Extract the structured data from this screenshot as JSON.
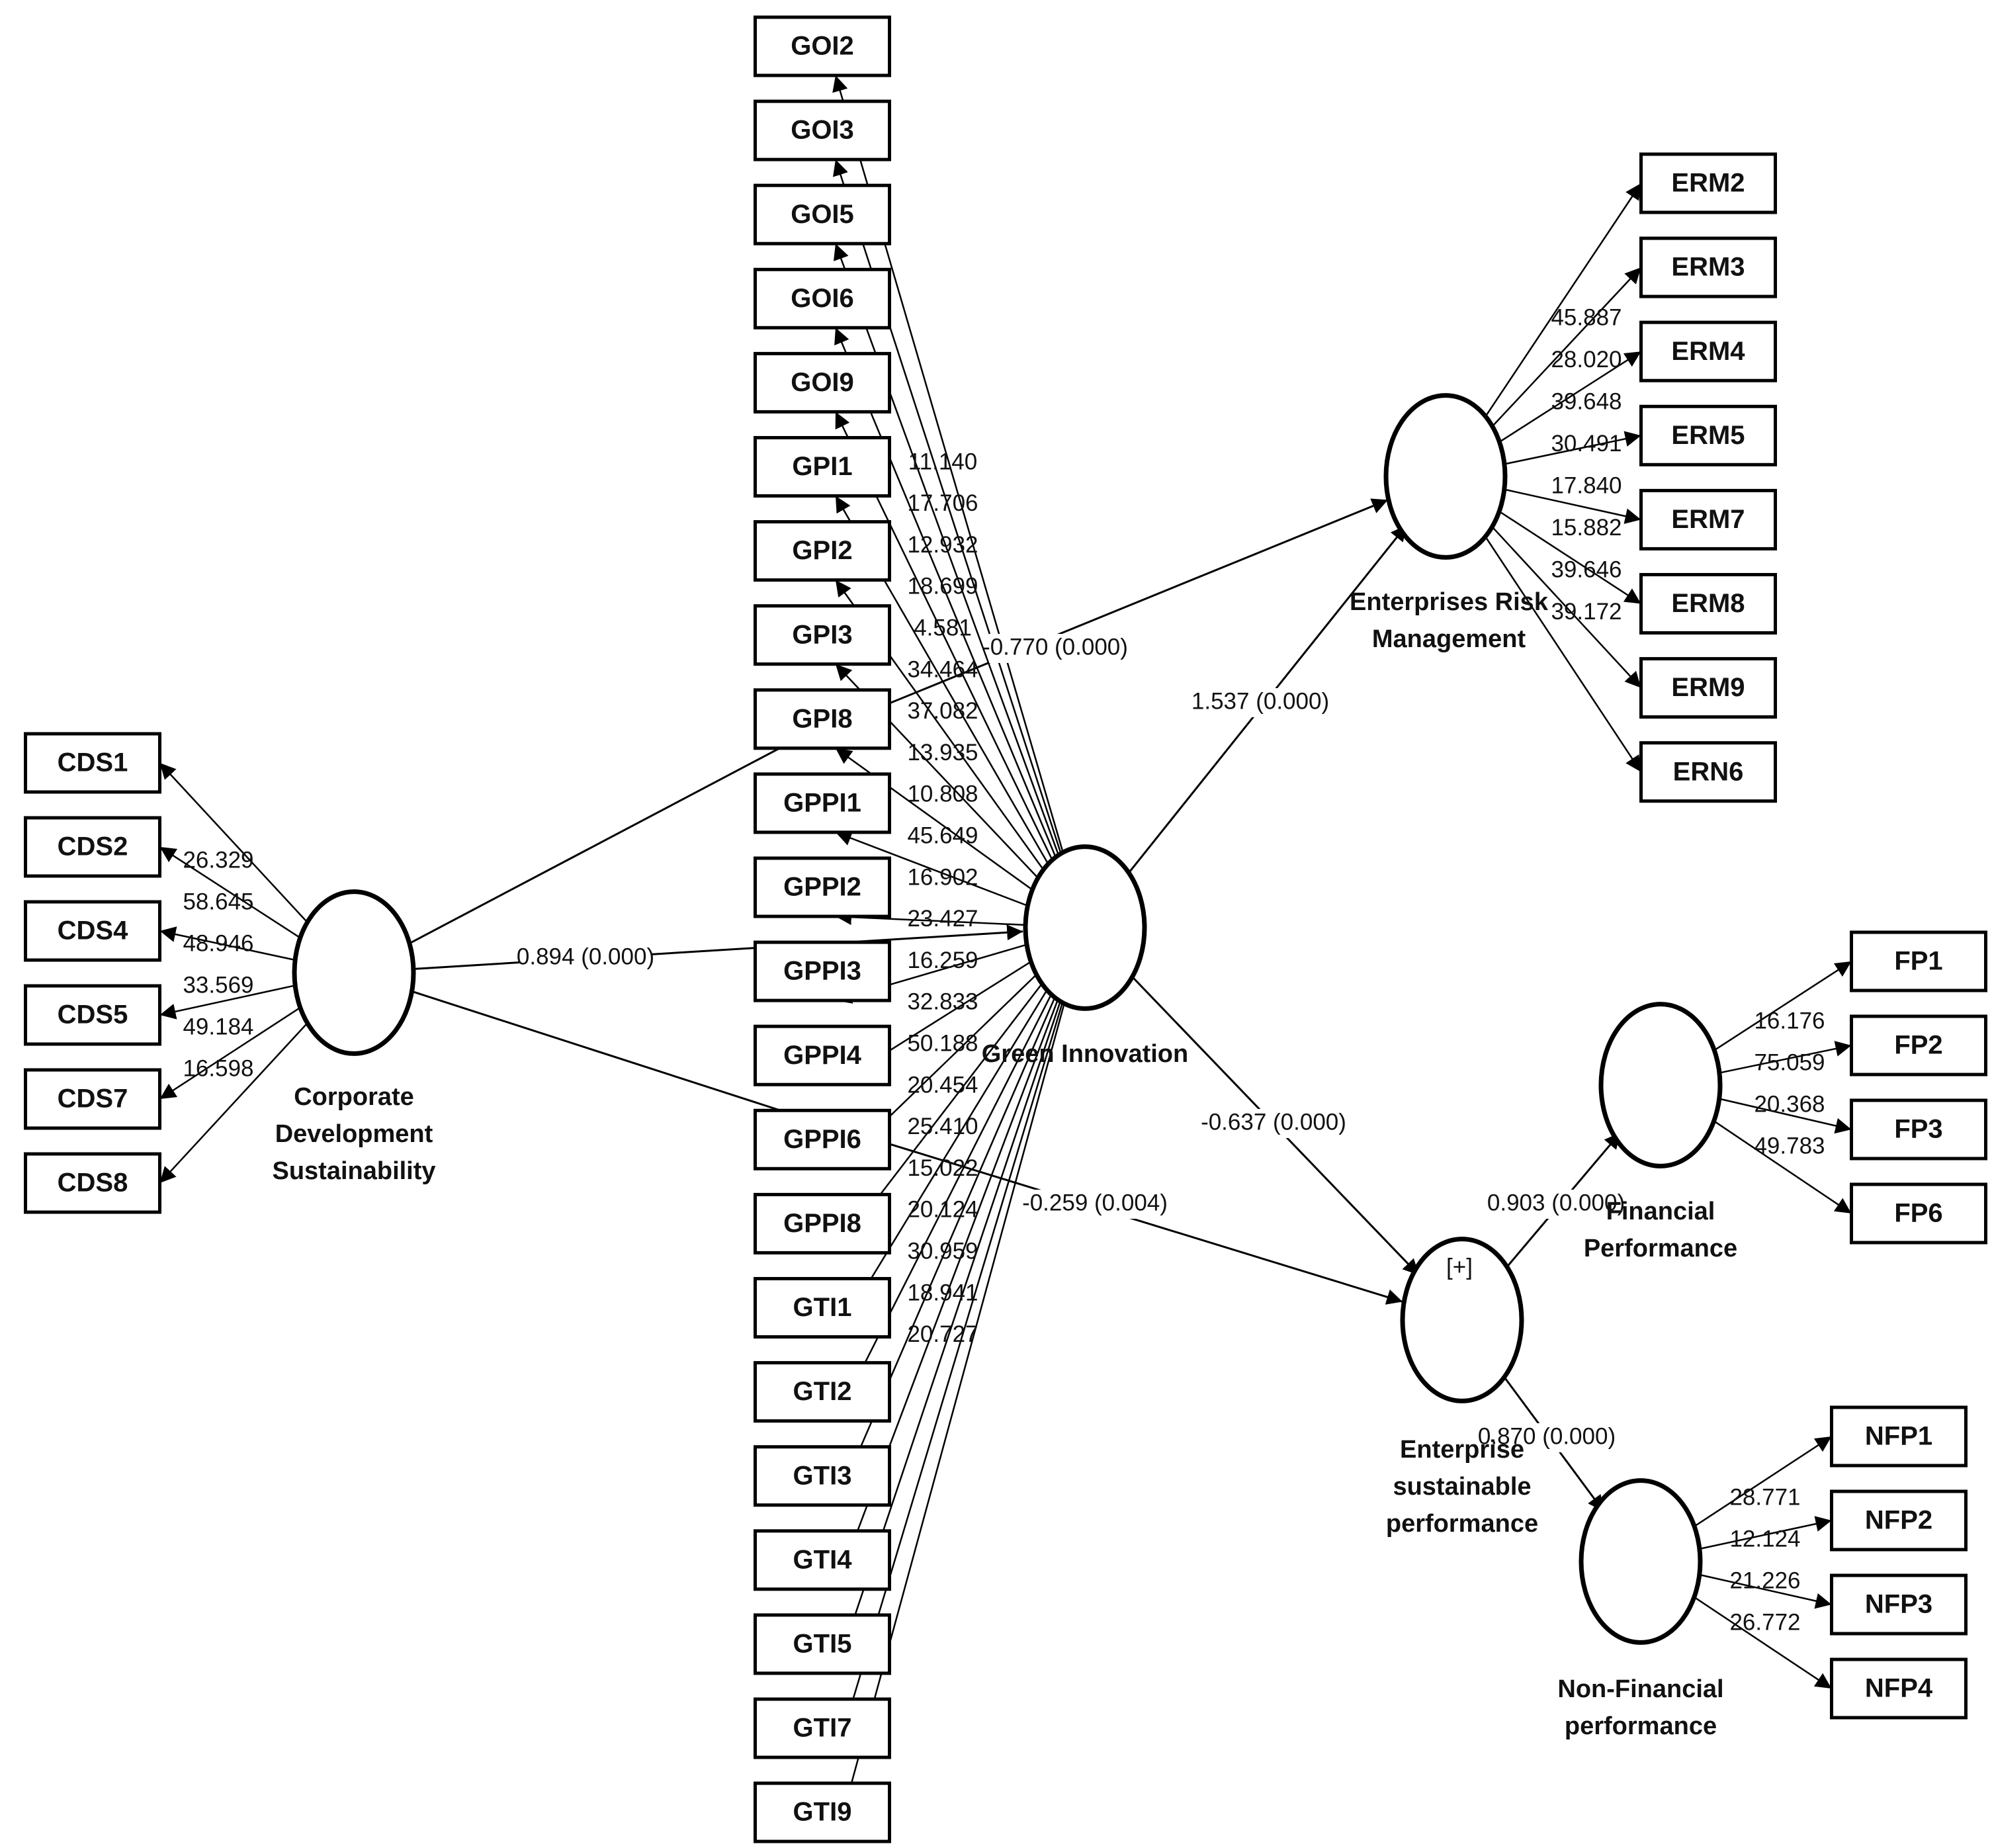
{
  "diagram": {
    "type": "structural-equation-model",
    "latents": [
      {
        "id": "CDS",
        "label_lines": [
          "Corporate",
          "Development",
          "Sustainability"
        ]
      },
      {
        "id": "GI",
        "label_lines": [
          "Green Innovation"
        ]
      },
      {
        "id": "ERM",
        "label_lines": [
          "Enterprises Risk",
          "Management"
        ]
      },
      {
        "id": "ESP",
        "label_lines": [
          "Enterprise",
          "sustainable",
          "performance"
        ],
        "badge": "[+]"
      },
      {
        "id": "FP",
        "label_lines": [
          "Financial",
          "Performance"
        ]
      },
      {
        "id": "NFP",
        "label_lines": [
          "Non-Financial",
          "performance"
        ]
      }
    ],
    "indicators": {
      "CDS": [
        {
          "name": "CDS1",
          "loading": "26.329"
        },
        {
          "name": "CDS2",
          "loading": "58.645"
        },
        {
          "name": "CDS4",
          "loading": "48.946"
        },
        {
          "name": "CDS5",
          "loading": "33.569"
        },
        {
          "name": "CDS7",
          "loading": "49.184"
        },
        {
          "name": "CDS8",
          "loading": "16.598"
        }
      ],
      "GI": [
        {
          "name": "GOI2",
          "loading": "11.140"
        },
        {
          "name": "GOI3",
          "loading": "17.706"
        },
        {
          "name": "GOI5",
          "loading": "12.932"
        },
        {
          "name": "GOI6",
          "loading": "18.699"
        },
        {
          "name": "GOI9",
          "loading": "4.581"
        },
        {
          "name": "GPI1",
          "loading": "34.464"
        },
        {
          "name": "GPI2",
          "loading": "37.082"
        },
        {
          "name": "GPI3",
          "loading": "13.935"
        },
        {
          "name": "GPI8",
          "loading": "10.808"
        },
        {
          "name": "GPPI1",
          "loading": "45.649"
        },
        {
          "name": "GPPI2",
          "loading": "16.902"
        },
        {
          "name": "GPPI3",
          "loading": "23.427"
        },
        {
          "name": "GPPI4",
          "loading": "16.259"
        },
        {
          "name": "GPPI6",
          "loading": "32.833"
        },
        {
          "name": "GPPI8",
          "loading": "50.188"
        },
        {
          "name": "GTI1",
          "loading": "20.454"
        },
        {
          "name": "GTI2",
          "loading": "25.410"
        },
        {
          "name": "GTI3",
          "loading": "15.022"
        },
        {
          "name": "GTI4",
          "loading": "20.124"
        },
        {
          "name": "GTI5",
          "loading": "30.959"
        },
        {
          "name": "GTI7",
          "loading": "18.941"
        },
        {
          "name": "GTI9",
          "loading": "20.727"
        }
      ],
      "ERM": [
        {
          "name": "ERM2",
          "loading": "45.887"
        },
        {
          "name": "ERM3",
          "loading": "28.020"
        },
        {
          "name": "ERM4",
          "loading": "39.648"
        },
        {
          "name": "ERM5",
          "loading": "30.491"
        },
        {
          "name": "ERM7",
          "loading": "17.840"
        },
        {
          "name": "ERM8",
          "loading": "15.882"
        },
        {
          "name": "ERM9",
          "loading": "39.646"
        },
        {
          "name": "ERN6",
          "loading": "39.172"
        }
      ],
      "FP": [
        {
          "name": "FP1",
          "loading": "16.176"
        },
        {
          "name": "FP2",
          "loading": "75.059"
        },
        {
          "name": "FP3",
          "loading": "20.368"
        },
        {
          "name": "FP6",
          "loading": "49.783"
        }
      ],
      "NFP": [
        {
          "name": "NFP1",
          "loading": "28.771"
        },
        {
          "name": "NFP2",
          "loading": "12.124"
        },
        {
          "name": "NFP3",
          "loading": "21.226"
        },
        {
          "name": "NFP4",
          "loading": "26.772"
        }
      ]
    },
    "paths": [
      {
        "from": "CDS",
        "to": "GI",
        "label": "0.894 (0.000)"
      },
      {
        "from": "CDS",
        "to": "ERM",
        "label": "-0.770 (0.000)"
      },
      {
        "from": "CDS",
        "to": "ESP",
        "label": "-0.259 (0.004)"
      },
      {
        "from": "GI",
        "to": "ERM",
        "label": "1.537 (0.000)"
      },
      {
        "from": "GI",
        "to": "ESP",
        "label": "-0.637 (0.000)"
      },
      {
        "from": "ESP",
        "to": "FP",
        "label": "0.903 (0.000)"
      },
      {
        "from": "ESP",
        "to": "NFP",
        "label": "0.870 (0.000)"
      }
    ]
  }
}
